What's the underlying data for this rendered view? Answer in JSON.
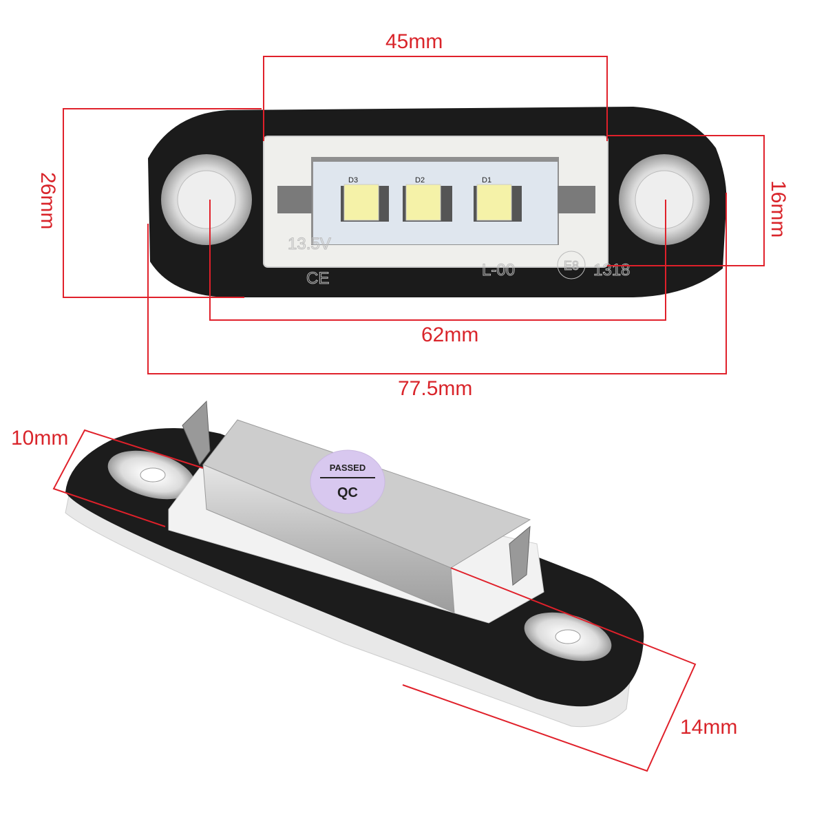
{
  "colors": {
    "dimension_line": "#e0202a",
    "plate": "#1a1a1a",
    "lens": "#f2f2f0",
    "led": "#f4f1a0",
    "sticker": "#d9c9ee"
  },
  "top_view": {
    "dimensions": {
      "lens_width": "45mm",
      "plate_height": "26mm",
      "lens_height": "16mm",
      "hole_spacing": "62mm",
      "overall_length": "77.5mm"
    },
    "led_labels": [
      "D3",
      "D2",
      "D1"
    ],
    "embossed": {
      "voltage": "13.5V",
      "ce": "CE",
      "code": "L-00",
      "emark": "E8",
      "number": "1318"
    }
  },
  "side_view": {
    "dimensions": {
      "plate_thickness": "10mm",
      "housing_width": "14mm"
    },
    "sticker": {
      "line1": "QC",
      "line2": "PASSED"
    }
  }
}
